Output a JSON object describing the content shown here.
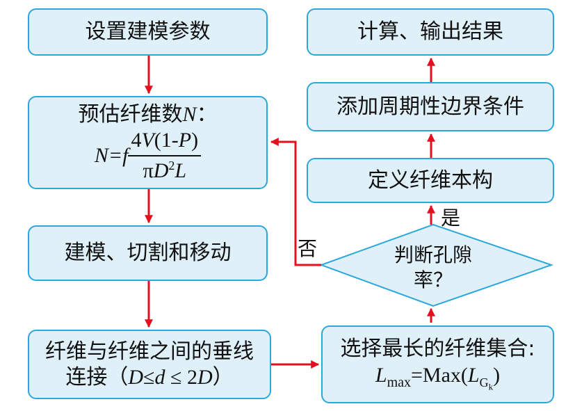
{
  "colors": {
    "box_fill": "#dff0f9",
    "box_border": "#2aa7dc",
    "arrow": "#e3101f"
  },
  "steps": {
    "set_params": "设置建模参数",
    "estimate": {
      "title": "预估纤维数",
      "title_var": "N",
      "title_colon": "：",
      "lhs": "N=f",
      "num_a": "4",
      "num_b": "V",
      "num_c": "(1-",
      "num_d": "P",
      "num_e": ")",
      "den_a": "π",
      "den_b": "D",
      "den_sup": "2",
      "den_c": "L"
    },
    "model": "建模、切割和移动",
    "connect": {
      "line1": "纤维与纤维之间的垂线",
      "line2_a": "连接（",
      "line2_b": "D",
      "line2_c": "≤",
      "line2_d": "d",
      "line2_e": " ≤ 2",
      "line2_f": "D",
      "line2_g": "）"
    },
    "select": {
      "line1": "选择最长的纤维集合:",
      "lhs": "L",
      "lhs_sub": "max",
      "rhs_a": "=Max(",
      "rhs_b": "L",
      "rhs_sub": "G",
      "rhs_subsub": "k",
      "rhs_c": ")"
    },
    "judge": {
      "line1": "判断孔隙",
      "line2": "率？"
    },
    "define": "定义纤维本构",
    "boundary": "添加周期性边界条件",
    "compute": "计算、输出结果"
  },
  "labels": {
    "yes": "是",
    "no": "否"
  }
}
